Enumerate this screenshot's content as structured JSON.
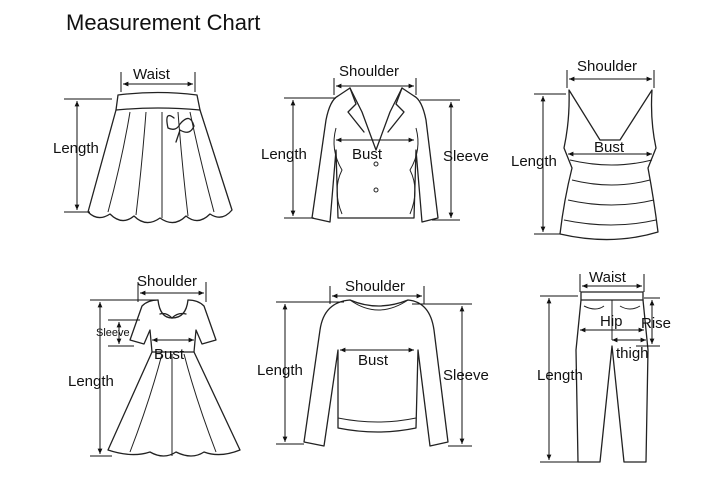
{
  "title": "Measurement Chart",
  "garments": [
    {
      "name": "skirt",
      "labels": {
        "waist": "Waist",
        "length": "Length"
      }
    },
    {
      "name": "jacket",
      "labels": {
        "shoulder": "Shoulder",
        "length": "Length",
        "bust": "Bust",
        "sleeve": "Sleeve"
      }
    },
    {
      "name": "tank-top",
      "labels": {
        "shoulder": "Shoulder",
        "bust": "Bust",
        "length": "Length"
      }
    },
    {
      "name": "dress",
      "labels": {
        "shoulder": "Shoulder",
        "sleeve": "Sleeve",
        "bust": "Bust",
        "length": "Length"
      }
    },
    {
      "name": "sweater",
      "labels": {
        "shoulder": "Shoulder",
        "bust": "Bust",
        "length": "Length",
        "sleeve": "Sleeve"
      }
    },
    {
      "name": "pants",
      "labels": {
        "waist": "Waist",
        "hip": "Hip",
        "rise": "Rise",
        "thigh": "thigh",
        "length": "Length"
      }
    }
  ]
}
